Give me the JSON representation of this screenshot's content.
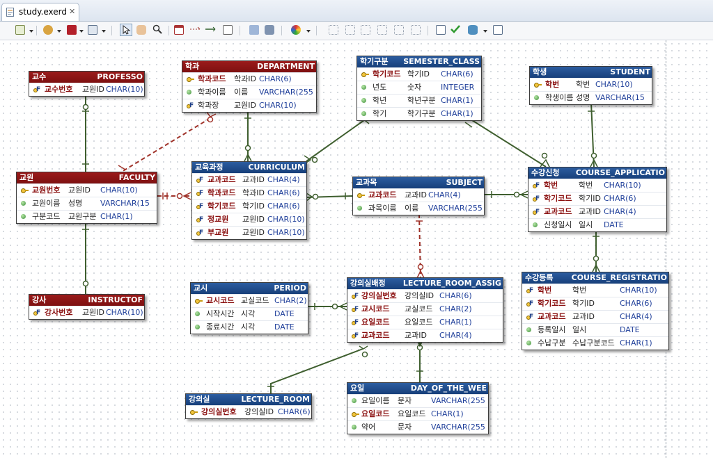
{
  "editor": {
    "tab_label": "study.exerd",
    "tab_close": "✕"
  },
  "toolbar": {
    "buttons": [
      "new-diagram-icon",
      "color-icon",
      "fill-icon",
      "page-icon",
      "select-icon",
      "hand-icon",
      "zoom-icon",
      "table-icon",
      "relation-icon",
      "identifying-relation-icon",
      "note-icon",
      "copy-icon",
      "print-icon",
      "palette-icon",
      "align-left-icon",
      "align-center-icon",
      "align-right-icon",
      "align-top-icon",
      "align-middle-icon",
      "align-bottom-icon",
      "document-icon",
      "validate-icon",
      "database-icon",
      "help-icon"
    ]
  },
  "colors": {
    "red_header": "#8b1414",
    "blue_header": "#1f4a8a",
    "relation_line": "#3f5f2f",
    "nonidentifying_line": "#a0332a",
    "pk_text": "#8a0f0f",
    "type_text": "#1f3f9a"
  },
  "entities": [
    {
      "key": "professor",
      "theme": "red",
      "logical": "교수",
      "physical": "PROFESSO",
      "columns": [
        {
          "icon": "fk",
          "key": true,
          "logical": "교수번호",
          "physical": "교원ID",
          "type": "CHAR(10)"
        }
      ]
    },
    {
      "key": "department",
      "theme": "red",
      "logical": "학과",
      "physical": "DEPARTMENT",
      "columns": [
        {
          "icon": "pk",
          "key": true,
          "logical": "학과코드",
          "physical": "학과ID",
          "type": "CHAR(6)"
        },
        {
          "icon": "attr",
          "key": false,
          "logical": "학과이름",
          "physical": "이름",
          "type": "VARCHAR(255"
        },
        {
          "icon": "fk",
          "key": false,
          "logical": "학과장",
          "physical": "교원ID",
          "type": "CHAR(10)"
        }
      ]
    },
    {
      "key": "semester",
      "theme": "blue",
      "logical": "학기구분",
      "physical": "SEMESTER_CLASS",
      "columns": [
        {
          "icon": "pk",
          "key": true,
          "logical": "학기코드",
          "physical": "학기ID",
          "type": "CHAR(6)"
        },
        {
          "icon": "attr",
          "key": false,
          "logical": "년도",
          "physical": "숫자",
          "type": "INTEGER"
        },
        {
          "icon": "attr",
          "key": false,
          "logical": "학년",
          "physical": "학년구분",
          "type": "CHAR(1)"
        },
        {
          "icon": "attr",
          "key": false,
          "logical": "학기",
          "physical": "학기구분",
          "type": "CHAR(1)"
        }
      ]
    },
    {
      "key": "student",
      "theme": "blue",
      "logical": "학생",
      "physical": "STUDENT",
      "columns": [
        {
          "icon": "pk",
          "key": true,
          "logical": "학번",
          "physical": "학번",
          "type": "CHAR(10)"
        },
        {
          "icon": "attr",
          "key": false,
          "logical": "학생이름",
          "physical": "성명",
          "type": "VARCHAR(15"
        }
      ]
    },
    {
      "key": "faculty",
      "theme": "red",
      "logical": "교원",
      "physical": "FACULTY",
      "columns": [
        {
          "icon": "pk",
          "key": true,
          "logical": "교원번호",
          "physical": "교원ID",
          "type": "CHAR(10)"
        },
        {
          "icon": "attr",
          "key": false,
          "logical": "교원이름",
          "physical": "성명",
          "type": "VARCHAR(15"
        },
        {
          "icon": "attr",
          "key": false,
          "logical": "구분코드",
          "physical": "교원구분",
          "type": "CHAR(1)"
        }
      ]
    },
    {
      "key": "curriculum",
      "theme": "blue",
      "logical": "교육과정",
      "physical": "CURRICULUM",
      "columns": [
        {
          "icon": "fk",
          "key": true,
          "logical": "교과코드",
          "physical": "교과ID",
          "type": "CHAR(4)"
        },
        {
          "icon": "fk",
          "key": true,
          "logical": "학과코드",
          "physical": "학과ID",
          "type": "CHAR(6)"
        },
        {
          "icon": "fk",
          "key": true,
          "logical": "학기코드",
          "physical": "학기ID",
          "type": "CHAR(6)"
        },
        {
          "icon": "fk",
          "key": true,
          "logical": "정교원",
          "physical": "교원ID",
          "type": "CHAR(10)"
        },
        {
          "icon": "fk",
          "key": true,
          "logical": "부교원",
          "physical": "교원ID",
          "type": "CHAR(10)"
        }
      ]
    },
    {
      "key": "subject",
      "theme": "blue",
      "logical": "교과목",
      "physical": "SUBJECT",
      "columns": [
        {
          "icon": "pk",
          "key": true,
          "logical": "교과코드",
          "physical": "교과ID",
          "type": "CHAR(4)"
        },
        {
          "icon": "attr",
          "key": false,
          "logical": "과목이름",
          "physical": "이름",
          "type": "VARCHAR(255"
        }
      ]
    },
    {
      "key": "course_application",
      "theme": "blue",
      "logical": "수강신청",
      "physical": "COURSE_APPLICATIO",
      "columns": [
        {
          "icon": "fk",
          "key": true,
          "logical": "학번",
          "physical": "학번",
          "type": "CHAR(10)"
        },
        {
          "icon": "fk",
          "key": true,
          "logical": "학기코드",
          "physical": "학기ID",
          "type": "CHAR(6)"
        },
        {
          "icon": "fk",
          "key": true,
          "logical": "교과코드",
          "physical": "교과ID",
          "type": "CHAR(4)"
        },
        {
          "icon": "attr",
          "key": false,
          "logical": "신청일시",
          "physical": "일시",
          "type": "DATE"
        }
      ]
    },
    {
      "key": "instructor",
      "theme": "red",
      "logical": "강사",
      "physical": "INSTRUCTOF",
      "columns": [
        {
          "icon": "fk",
          "key": true,
          "logical": "강사번호",
          "physical": "교원ID",
          "type": "CHAR(10)"
        }
      ]
    },
    {
      "key": "period",
      "theme": "blue",
      "logical": "교시",
      "physical": "PERIOD",
      "columns": [
        {
          "icon": "pk",
          "key": true,
          "logical": "교시코드",
          "physical": "교실코드",
          "type": "CHAR(2)"
        },
        {
          "icon": "attr",
          "key": false,
          "logical": "시작시간",
          "physical": "시각",
          "type": "DATE"
        },
        {
          "icon": "attr",
          "key": false,
          "logical": "종료시간",
          "physical": "시각",
          "type": "DATE"
        }
      ]
    },
    {
      "key": "lecture_room_assign",
      "theme": "blue",
      "logical": "강의실배정",
      "physical": "LECTURE_ROOM_ASSIG",
      "columns": [
        {
          "icon": "fk",
          "key": true,
          "logical": "강의실번호",
          "physical": "강의실ID",
          "type": "CHAR(6)"
        },
        {
          "icon": "fk",
          "key": true,
          "logical": "교시코드",
          "physical": "교실코드",
          "type": "CHAR(2)"
        },
        {
          "icon": "fk",
          "key": true,
          "logical": "요일코드",
          "physical": "요일코드",
          "type": "CHAR(1)"
        },
        {
          "icon": "fk",
          "key": true,
          "logical": "교과코드",
          "physical": "교과ID",
          "type": "CHAR(4)"
        }
      ]
    },
    {
      "key": "course_registration",
      "theme": "blue",
      "logical": "수강등록",
      "physical": "COURSE_REGISTRATIO",
      "columns": [
        {
          "icon": "fk",
          "key": true,
          "logical": "학번",
          "physical": "학번",
          "type": "CHAR(10)"
        },
        {
          "icon": "fk",
          "key": true,
          "logical": "학기코드",
          "physical": "학기ID",
          "type": "CHAR(6)"
        },
        {
          "icon": "fk",
          "key": true,
          "logical": "교과코드",
          "physical": "교과ID",
          "type": "CHAR(4)"
        },
        {
          "icon": "attr",
          "key": false,
          "logical": "등록일시",
          "physical": "일시",
          "type": "DATE"
        },
        {
          "icon": "attr",
          "key": false,
          "logical": "수납구분",
          "physical": "수납구분코드",
          "type": "CHAR(1)"
        }
      ]
    },
    {
      "key": "lecture_room",
      "theme": "blue",
      "logical": "강의실",
      "physical": "LECTURE_ROOM",
      "columns": [
        {
          "icon": "pk",
          "key": true,
          "logical": "강의실번호",
          "physical": "강의실ID",
          "type": "CHAR(6)"
        }
      ]
    },
    {
      "key": "day_of_week",
      "theme": "blue",
      "logical": "요일",
      "physical": "DAY_OF_THE_WEE",
      "columns": [
        {
          "icon": "attr",
          "key": false,
          "logical": "요일이름",
          "physical": "문자",
          "type": "VARCHAR(255"
        },
        {
          "icon": "pk",
          "key": true,
          "logical": "요일코드",
          "physical": "요일코드",
          "type": "CHAR(1)"
        },
        {
          "icon": "attr",
          "key": false,
          "logical": "약어",
          "physical": "문자",
          "type": "VARCHAR(255"
        }
      ]
    }
  ]
}
